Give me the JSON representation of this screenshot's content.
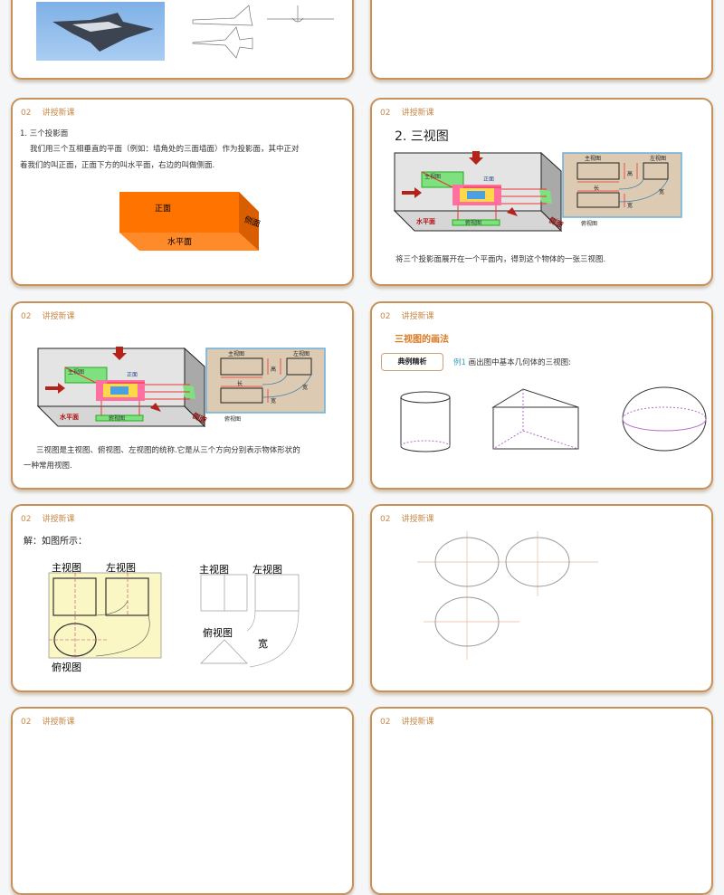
{
  "section": {
    "number": "02",
    "title": "讲授新课"
  },
  "slide_projection_planes": {
    "heading": "1. 三个投影面",
    "paragraph_line1": "我们用三个互相垂直的平面（例如：墙角处的三面墙面）作为投影面，其中正对",
    "paragraph_line2": "着我们的叫正面，正面下方的叫水平面，右边的叫做侧面.",
    "labels": {
      "front": "正面",
      "horizontal": "水平面",
      "side": "侧面"
    },
    "box_color": "#ff7a10"
  },
  "diagram": {
    "main_view": "主视图",
    "left_view": "左视图",
    "top_view": "俯视图",
    "front": "正面",
    "horizontal": "水平面",
    "side": "侧面",
    "length": "长",
    "height": "高",
    "width": "宽"
  },
  "slide_three_views": {
    "heading": "2. 三视图",
    "caption": "将三个投影面展开在一个平面内，得到这个物体的一张三视图."
  },
  "slide_definition": {
    "line1": "三视图是主视图、俯视图、左视图的统称.它是从三个方向分别表示物体形状的",
    "line2": "一种常用视图."
  },
  "slide_drawing": {
    "heading": "三视图的画法",
    "badge": "典例精析",
    "example_label": "例1",
    "example_text": "画出图中基本几何体的三视图:",
    "accent": "#d9781e",
    "example_color": "#3aa0b8"
  },
  "slide_solution": {
    "heading": "解：如图所示：",
    "main_view": "主视图",
    "left_view": "左视图",
    "top_view": "俯视图",
    "width": "宽"
  }
}
